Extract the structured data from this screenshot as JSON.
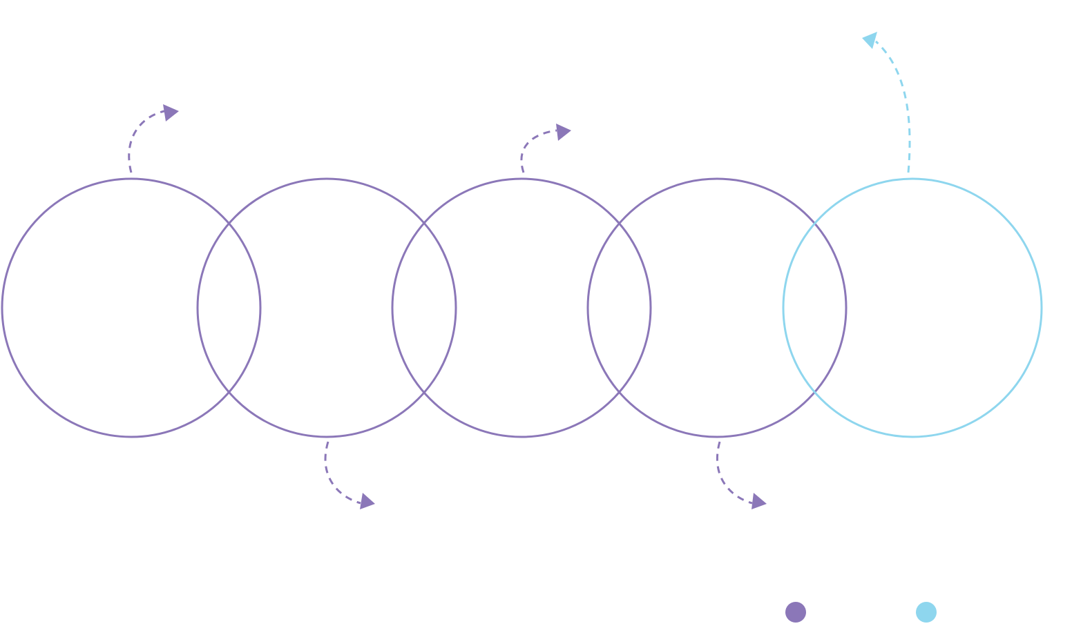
{
  "colors": {
    "primary": "#8B77B8",
    "accent": "#8ED6EE",
    "background": "#FFFFFF"
  },
  "diagram": {
    "type": "overlapping-ring-chain",
    "stages": [
      {
        "id": "stage-1",
        "color": "primary"
      },
      {
        "id": "stage-2",
        "color": "primary"
      },
      {
        "id": "stage-3",
        "color": "primary"
      },
      {
        "id": "stage-4",
        "color": "primary"
      },
      {
        "id": "stage-5",
        "color": "accent"
      }
    ],
    "arrows": [
      {
        "from": "stage-1",
        "side": "top",
        "direction": "right",
        "style": "dashed",
        "color": "primary"
      },
      {
        "from": "stage-2",
        "side": "bottom",
        "direction": "right",
        "style": "dashed",
        "color": "primary"
      },
      {
        "from": "stage-3",
        "side": "top",
        "direction": "right",
        "style": "dashed",
        "color": "primary"
      },
      {
        "from": "stage-4",
        "side": "bottom",
        "direction": "right",
        "style": "dashed",
        "color": "primary"
      },
      {
        "from": "stage-5",
        "side": "top",
        "direction": "up-left",
        "style": "dashed",
        "color": "accent"
      }
    ],
    "legend": [
      {
        "marker": "dot",
        "color": "primary"
      },
      {
        "marker": "dot",
        "color": "accent"
      }
    ],
    "legend_position": "bottom-right"
  }
}
